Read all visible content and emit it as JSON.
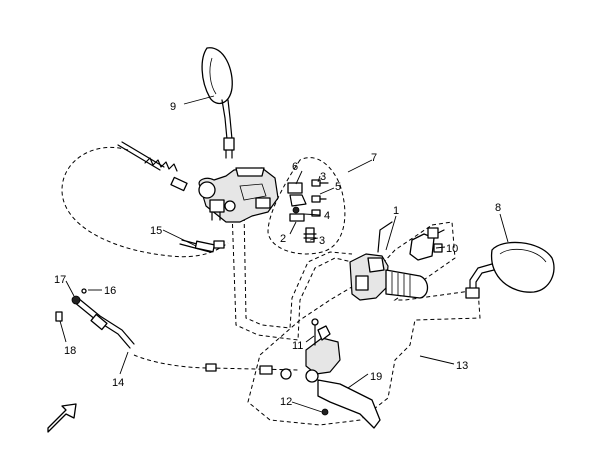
{
  "diagram": {
    "type": "exploded-parts-view",
    "callouts": [
      {
        "id": "c1",
        "text": "1"
      },
      {
        "id": "c2",
        "text": "2"
      },
      {
        "id": "c3a",
        "text": "3"
      },
      {
        "id": "c3b",
        "text": "3"
      },
      {
        "id": "c4",
        "text": "4"
      },
      {
        "id": "c5",
        "text": "5"
      },
      {
        "id": "c6",
        "text": "6"
      },
      {
        "id": "c7",
        "text": "7"
      },
      {
        "id": "c8",
        "text": "8"
      },
      {
        "id": "c9",
        "text": "9"
      },
      {
        "id": "c10",
        "text": "10"
      },
      {
        "id": "c11",
        "text": "11"
      },
      {
        "id": "c12",
        "text": "12"
      },
      {
        "id": "c13",
        "text": "13"
      },
      {
        "id": "c14",
        "text": "14"
      },
      {
        "id": "c15",
        "text": "15"
      },
      {
        "id": "c16",
        "text": "16"
      },
      {
        "id": "c17",
        "text": "17"
      },
      {
        "id": "c18",
        "text": "18"
      },
      {
        "id": "c19",
        "text": "19"
      }
    ]
  }
}
